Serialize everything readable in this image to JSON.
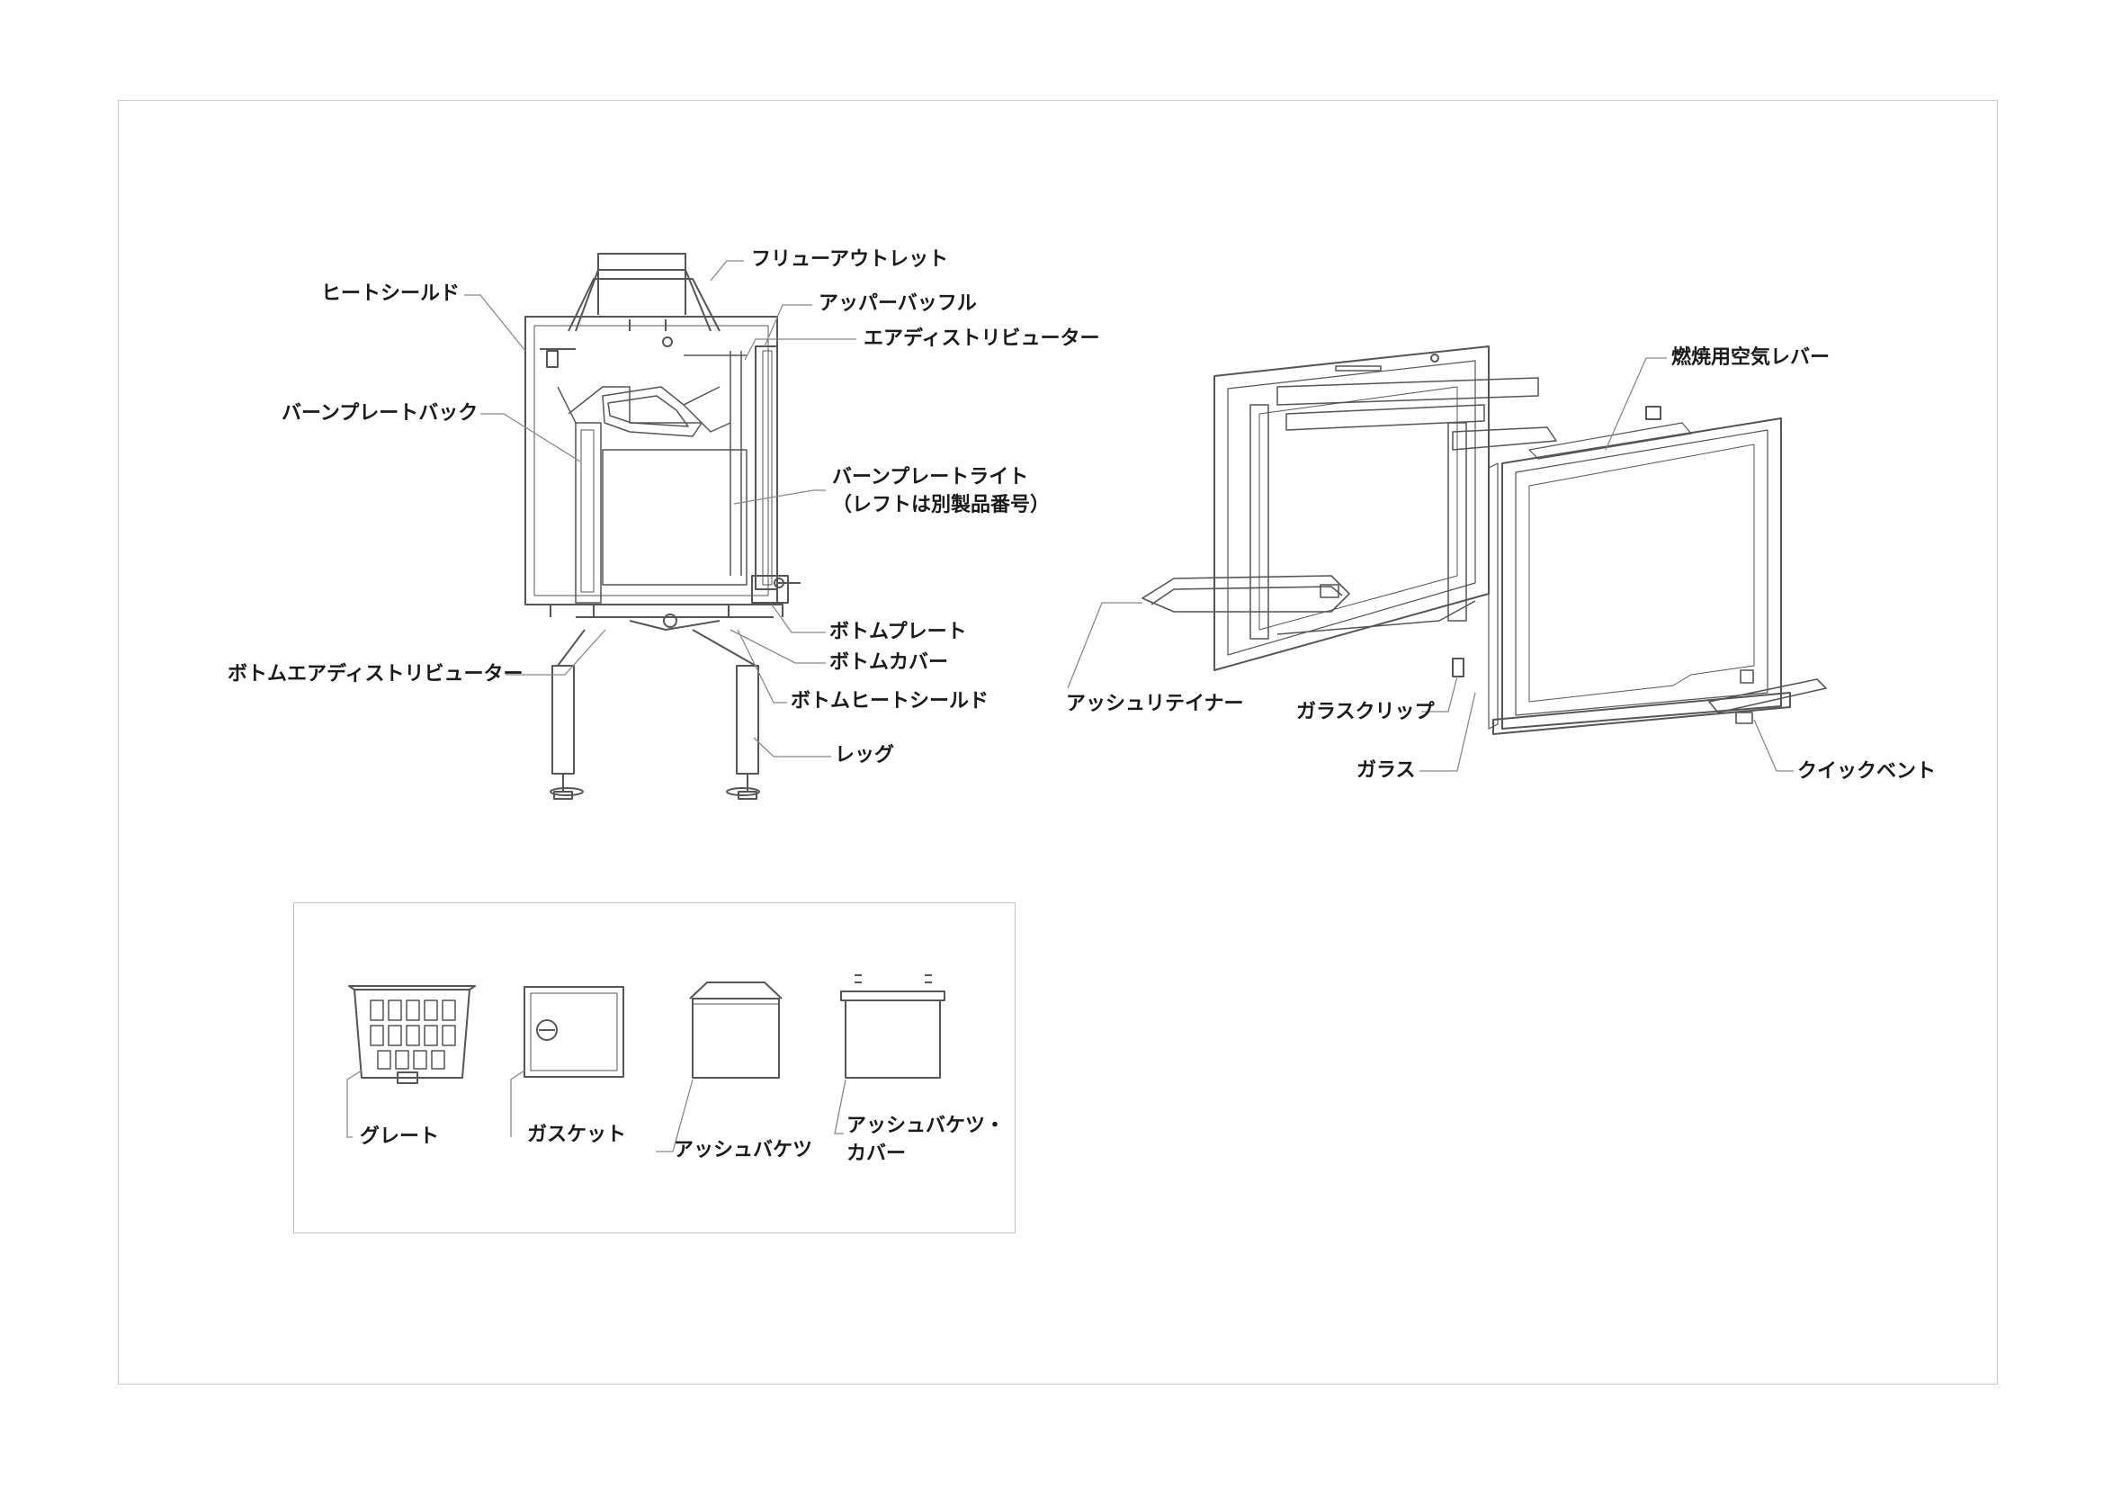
{
  "diagram": {
    "cross_section_labels": {
      "flue_outlet": "フリューアウトレット",
      "heat_shield": "ヒートシールド",
      "upper_baffle": "アッパーバッフル",
      "air_distributor": "エアディストリビューター",
      "burn_plate_back": "バーンプレートバック",
      "burn_plate_right": "バーンプレートライト\n（レフトは別製品番号）",
      "bottom_plate": "ボトムプレート",
      "bottom_cover": "ボトムカバー",
      "bottom_air_distributor": "ボトムエアディストリビューター",
      "bottom_heat_shield": "ボトムヒートシールド",
      "leg": "レッグ"
    },
    "door_labels": {
      "combustion_air_lever": "燃焼用空気レバー",
      "ash_retainer": "アッシュリテイナー",
      "glass_clip": "ガラスクリップ",
      "glass": "ガラス",
      "quick_vent": "クイックベント"
    },
    "accessory_labels": {
      "grate": "グレート",
      "gasket": "ガスケット",
      "ash_bucket": "アッシュバケツ",
      "ash_bucket_cover": "アッシュバケツ・\nカバー"
    },
    "colors": {
      "line": "#555555",
      "leader": "#888888",
      "frame": "#c8c8c8",
      "text": "#1a1a1a"
    }
  }
}
